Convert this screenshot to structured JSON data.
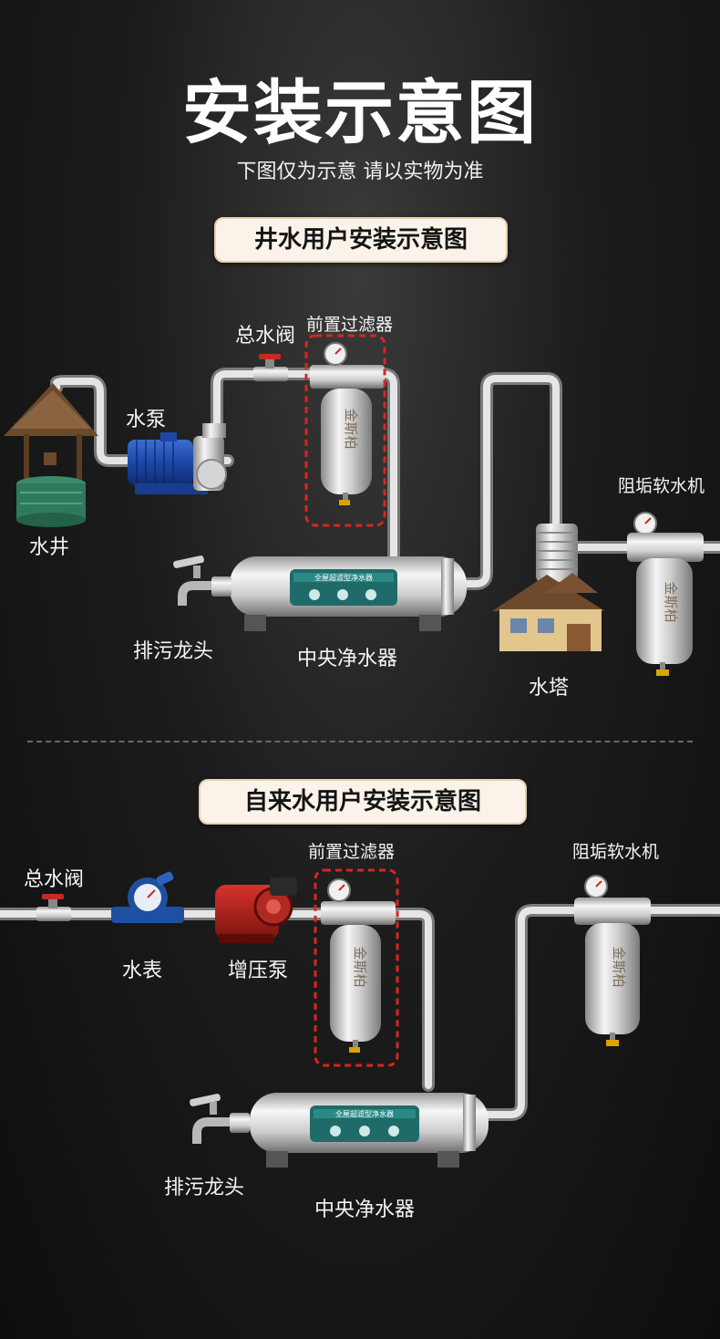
{
  "title": "安装示意图",
  "subtitle": "下图仅为示意 请以实物为准",
  "section_well": {
    "heading": "井水用户安装示意图",
    "labels": {
      "main_valve": "总水阀",
      "pre_filter": "前置过滤器",
      "pump": "水泵",
      "well": "水井",
      "softener": "阻垢软水机",
      "drain_tap": "排污龙头",
      "central_purifier": "中央净水器",
      "water_tower": "水塔"
    }
  },
  "section_tap": {
    "heading": "自来水用户安装示意图",
    "labels": {
      "main_valve": "总水阀",
      "pre_filter": "前置过滤器",
      "softener": "阻垢软水机",
      "water_meter": "水表",
      "booster_pump": "增压泵",
      "drain_tap": "排污龙头",
      "central_purifier": "中央净水器"
    }
  },
  "brand_mark": "金斯柏",
  "purifier_plate": "全屋超滤型净水器",
  "colors": {
    "highlight_box": "#d8261e",
    "pill_bg": "#fbf3ea",
    "pipe": "#c8c8c8",
    "purifier_plate": "#1f6b6a"
  },
  "icons": [
    "well-icon",
    "pump-icon",
    "valve-icon",
    "filter-icon",
    "purifier-icon",
    "faucet-icon",
    "water-tower-icon",
    "house-icon",
    "softener-icon",
    "water-meter-icon",
    "booster-pump-icon"
  ]
}
